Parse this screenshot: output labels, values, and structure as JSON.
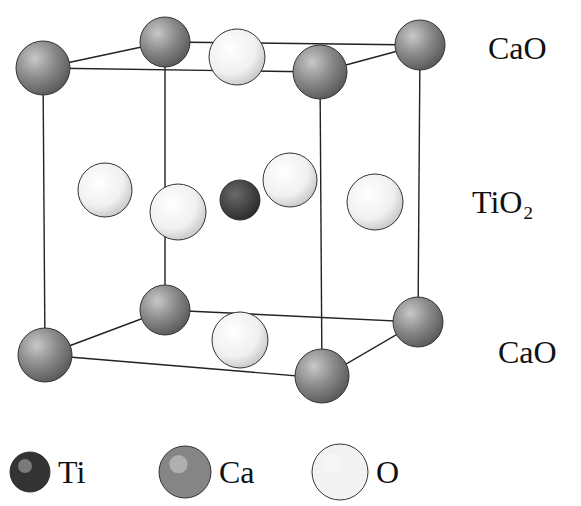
{
  "diagram": {
    "labels": [
      "CaO",
      "TiO₂",
      "CaO"
    ],
    "legend": [
      {
        "text": "Ti",
        "color": "#333333"
      },
      {
        "text": "Ca",
        "color": "#858585"
      },
      {
        "text": "O",
        "color": "#f2f2f2"
      }
    ]
  }
}
